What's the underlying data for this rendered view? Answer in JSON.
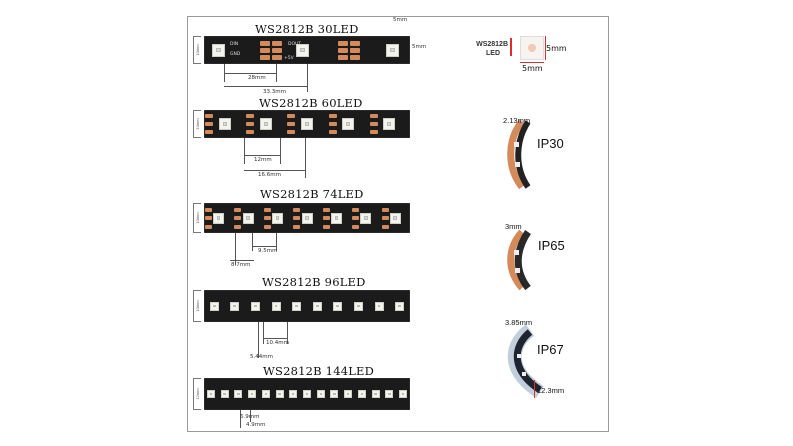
{
  "strips": [
    {
      "title": "WS2812B 30LED",
      "dims": [
        "28mm",
        "33.3mm"
      ],
      "side_dim": "10mm",
      "top_dim": "5mm",
      "right_dim": "5mm",
      "pad_labels": [
        "DIN",
        "GND",
        "DOUT",
        "+5V"
      ]
    },
    {
      "title": "WS2812B 60LED",
      "dims": [
        "12mm",
        "16.6mm"
      ],
      "side_dim": "10mm"
    },
    {
      "title": "WS2812B 74LED",
      "dims": [
        "9.5mm",
        "8.7mm"
      ],
      "side_dim": "10mm"
    },
    {
      "title": "WS2812B 96LED",
      "dims": [
        "10.4mm",
        "5.44mm"
      ],
      "side_dim": "10mm"
    },
    {
      "title": "WS2812B 144LED",
      "dims": [
        "6.9mm",
        "4.9mm"
      ],
      "side_dim": "12mm"
    }
  ],
  "chip": {
    "name_line1": "WS2812B",
    "name_line2": "LED",
    "width": "5mm",
    "height": "5mm"
  },
  "ip_types": [
    {
      "label": "IP30",
      "dim": "2.13mm"
    },
    {
      "label": "IP65",
      "dim": "3mm"
    },
    {
      "label": "IP67",
      "dim": "3.85mm",
      "dim2": "12.3mm"
    }
  ],
  "colors": {
    "strip": "#1b1b1b",
    "pad": "#d58a5c",
    "led": "#f4f4ee",
    "accent_red": "#d8302f",
    "frame": "#9a9a9a"
  }
}
